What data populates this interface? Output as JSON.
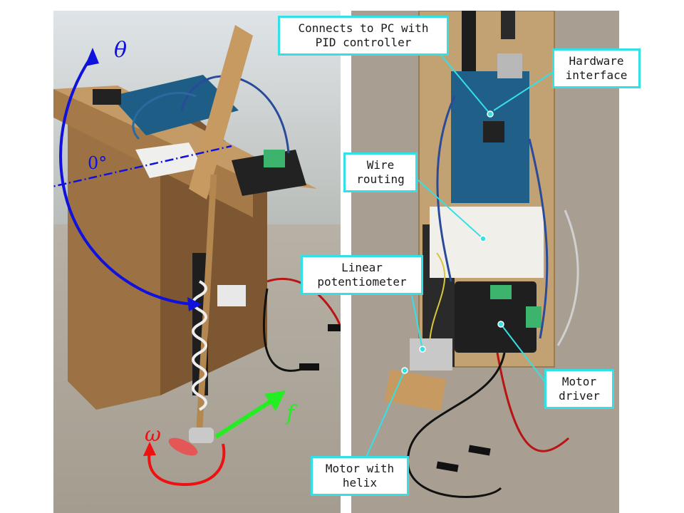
{
  "left_panel": {
    "symbols": {
      "theta": "θ",
      "zero_degree": "0°",
      "omega": "ω",
      "force": "f"
    },
    "colors": {
      "theta_arrow": "#1111dd",
      "omega_arrow": "#ee1111",
      "force_arrow": "#22ee22"
    }
  },
  "right_panel": {
    "callouts": {
      "pc_connection": [
        "Connects to PC with",
        "PID controller"
      ],
      "hardware_interface": [
        "Hardware",
        "interface"
      ],
      "wire_routing": [
        "Wire",
        "routing"
      ],
      "linear_potentiometer": [
        "Linear",
        "potentiometer"
      ],
      "motor_driver": [
        "Motor",
        "driver"
      ],
      "motor_with_helix": [
        "Motor with",
        "helix"
      ]
    },
    "colors": {
      "callout_border": "#33e0e6",
      "pointer_dot": "#33e0e6"
    }
  }
}
